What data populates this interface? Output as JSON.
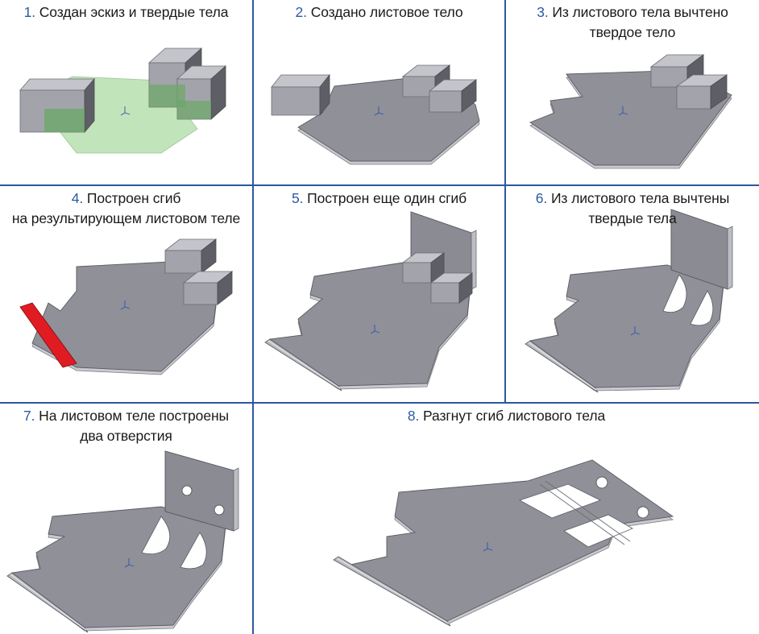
{
  "colors": {
    "divider": "#2b57a0",
    "step_number": "#2b5aa3",
    "caption_text": "#1a1a1a",
    "sheet_top": "#8f9098",
    "sheet_edge": "#c9c9cf",
    "solid": "#a9aab0",
    "sketch_fill": "#b8e0b0",
    "intersection": "#6aa866",
    "bend_highlight": "#e01c22"
  },
  "panels": [
    {
      "number": "1",
      "lines": [
        "Создан эскиз и твердые тела"
      ],
      "figure": "sketch-and-solids"
    },
    {
      "number": "2",
      "lines": [
        "Создано листовое тело"
      ],
      "figure": "sheet-body-created"
    },
    {
      "number": "3",
      "lines": [
        "Из листового тела вычтено",
        "твердое тело"
      ],
      "figure": "solid-subtracted"
    },
    {
      "number": "4",
      "lines": [
        "Построен сгиб",
        "на результирующем листовом теле"
      ],
      "figure": "bend-highlighted"
    },
    {
      "number": "5",
      "lines": [
        "Построен еще один сгиб"
      ],
      "figure": "second-bend"
    },
    {
      "number": "6",
      "lines": [
        "Из листового тела вычтены",
        "твердые тела"
      ],
      "figure": "solids-subtracted"
    },
    {
      "number": "7",
      "lines": [
        "На листовом теле построены",
        "два отверстия"
      ],
      "figure": "two-holes"
    },
    {
      "number": "8",
      "lines": [
        "Разгнут сгиб листового тела"
      ],
      "figure": "unfolded"
    }
  ]
}
